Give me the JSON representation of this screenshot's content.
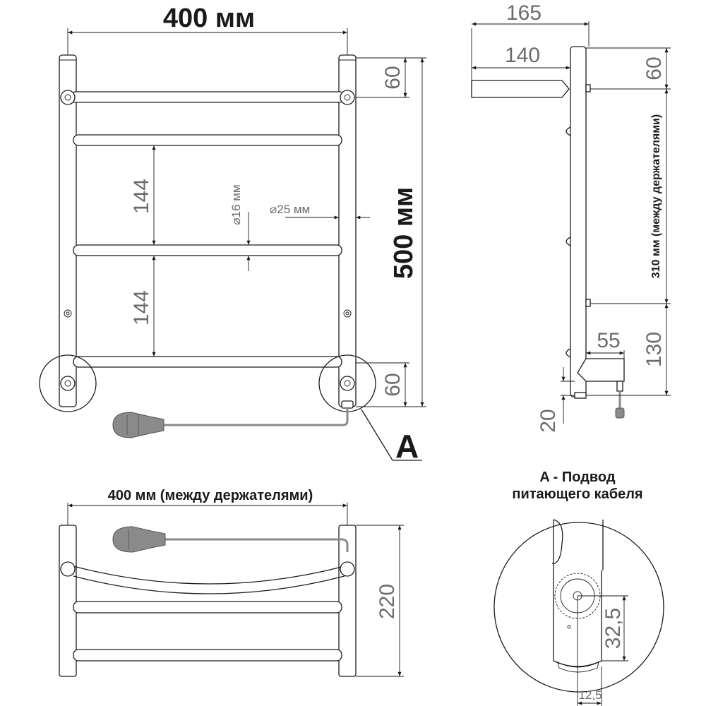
{
  "front_view": {
    "width_label": "400 мм",
    "height_label": "500 мм",
    "top_gap": "60",
    "bottom_gap": "60",
    "spacing_upper": "144",
    "spacing_lower": "144",
    "bar_diameter": "⌀16 мм",
    "post_diameter": "⌀25 мм",
    "callout_letter": "A"
  },
  "side_view": {
    "depth_total": "165",
    "depth_shelf": "140",
    "top_offset": "60",
    "mount_distance": "310 мм (между держателями)",
    "bottom_offset": "130",
    "cable_offset": "55",
    "floor_gap": "20"
  },
  "top_view": {
    "width_label": "400 мм (между держателями)",
    "depth_label": "220"
  },
  "detail": {
    "title_line1": "A - Подвод",
    "title_line2": "питающего кабеля",
    "dim_vertical": "32,5",
    "dim_horizontal": "12,5"
  }
}
